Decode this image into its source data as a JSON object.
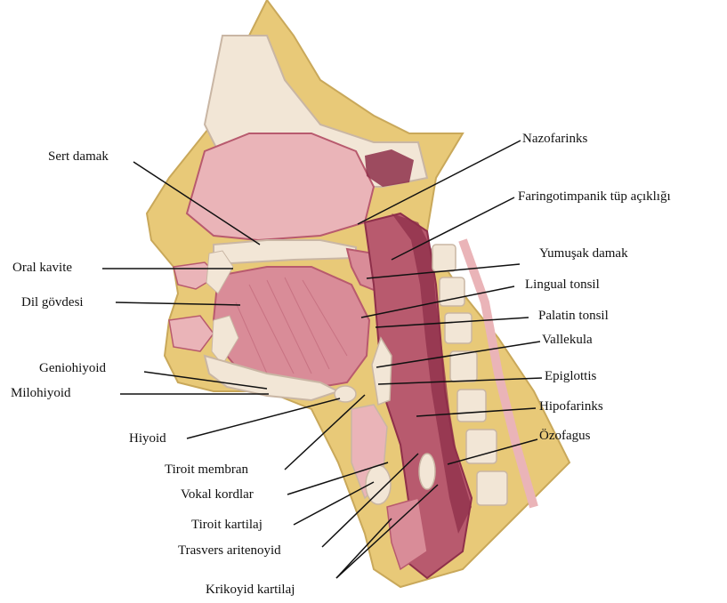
{
  "labels": {
    "sert_damak": "Sert damak",
    "oral_kavite": "Oral kavite",
    "dil_govdesi": "Dil gövdesi",
    "geniohiyoid": "Geniohiyoid",
    "milohiyoid": "Milohiyoid",
    "hiyoid": "Hiyoid",
    "tiroit_membran": "Tiroit membran",
    "vokal_kordlar": "Vokal kordlar",
    "tiroit_kartilaj": "Tiroit kartilaj",
    "trasvers_aritenoyid": "Trasvers aritenoyid",
    "krikoyid_kartilaj": "Krikoyid kartilaj",
    "nazofarinks": "Nazofarinks",
    "faringotimpanik": "Faringotimpanik tüp açıklığı",
    "yumusak_damak": "Yumuşak damak",
    "lingual_tonsil": "Lingual tonsil",
    "palatin_tonsil": "Palatin tonsil",
    "vallekula": "Vallekula",
    "epiglottis": "Epiglottis",
    "hipofarinks": "Hipofarinks",
    "ozofagus": "Özofagus"
  },
  "colors": {
    "skin": "#e8c978",
    "tissue_light": "#eab4b8",
    "tissue_mid": "#d98c98",
    "tissue_dark": "#b85a6e",
    "muscle_deep": "#8e2f4a",
    "bone": "#f2e6d6",
    "bone_shadow": "#c9b6a4",
    "line": "#111111"
  }
}
